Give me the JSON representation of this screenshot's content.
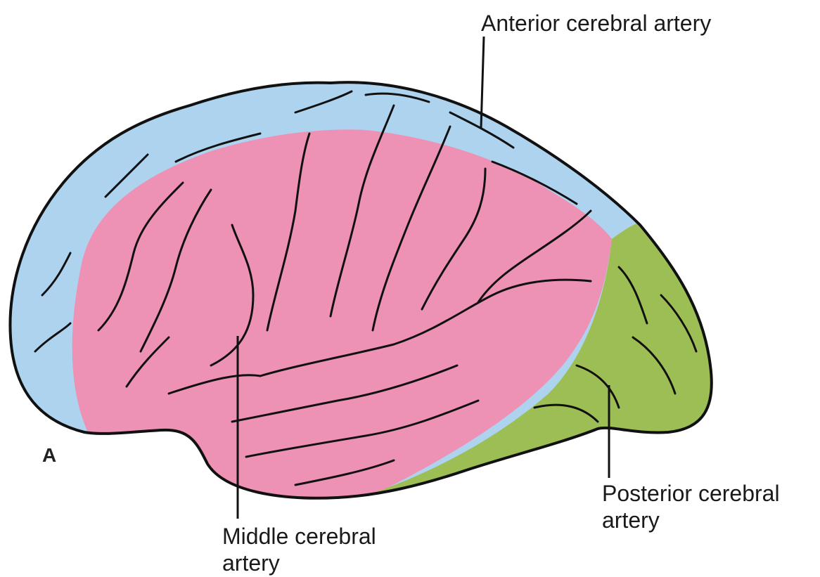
{
  "panel_letter": "A",
  "regions": [
    {
      "id": "anterior",
      "label": "Anterior cerebral artery",
      "color": "#aed3ef"
    },
    {
      "id": "middle",
      "label_lines": [
        "Middle cerebral",
        "artery"
      ],
      "color": "#ee92b5"
    },
    {
      "id": "posterior",
      "label_lines": [
        "Posterior cerebral",
        "artery"
      ],
      "color": "#9cbe54"
    }
  ],
  "outline_color": "#111111"
}
